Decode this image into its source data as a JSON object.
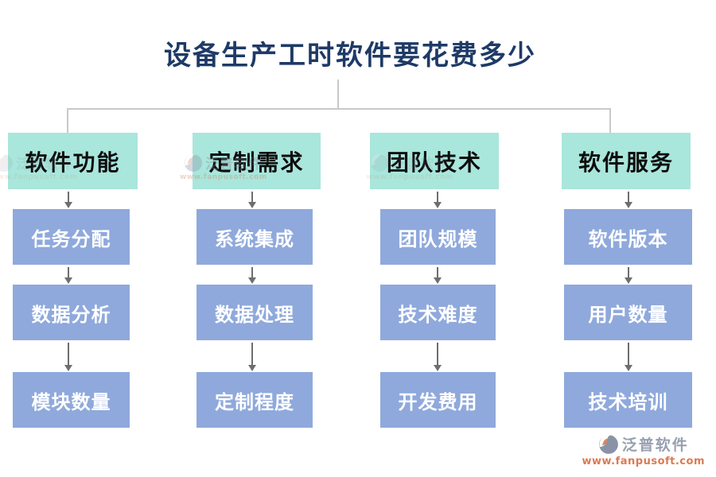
{
  "title": "设备生产工时软件要花费多少",
  "columns": [
    {
      "header": "软件功能",
      "items": [
        "任务分配",
        "数据分析",
        "模块数量"
      ]
    },
    {
      "header": "定制需求",
      "items": [
        "系统集成",
        "数据处理",
        "定制程度"
      ]
    },
    {
      "header": "团队技术",
      "items": [
        "团队规模",
        "技术难度",
        "开发费用"
      ]
    },
    {
      "header": "软件服务",
      "items": [
        "软件版本",
        "用户数量",
        "技术培训"
      ]
    }
  ],
  "branding": {
    "name": "泛普软件",
    "url": "www.fanpusoft.com",
    "logo_icon": "fanpu-swirl-circle-icon"
  },
  "colors": {
    "title_text": "#1E3A66",
    "header_fill": "#A9E6DC",
    "item_fill": "#8FA9DC",
    "item_text": "#FFFFFF",
    "connector_line": "#C9C9C9",
    "arrow": "#6E6E6E",
    "brand_gray": "#98A0B0",
    "brand_orange": "#DB7B52"
  }
}
